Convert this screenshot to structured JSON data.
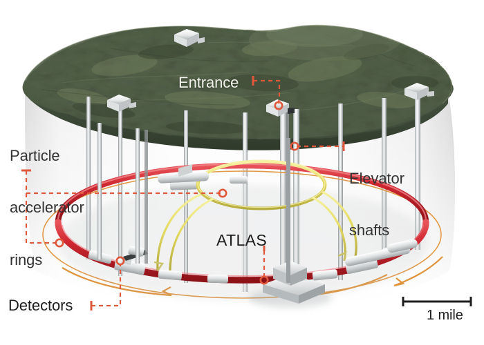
{
  "figure": {
    "kind": "cutaway-illustration",
    "subject": "Underground particle accelerator complex beneath a landscape"
  },
  "labels": {
    "particle_rings": "Particle\naccelerator\nrings",
    "particle_rings_lines": [
      "Particle",
      "accelerator",
      "rings"
    ],
    "elevator_shafts": "Elevator\nshafts",
    "elevator_shafts_lines": [
      "Elevator",
      "shafts"
    ],
    "atlas": "ATLAS",
    "detectors": "Detectors",
    "entrance": "Entrance"
  },
  "scale_bar": {
    "label": "1 mile"
  },
  "colors": {
    "terrain_green": "#4d5b45",
    "terrain_green_dark": "#3a4735",
    "terrain_green_light": "#6d7a5e",
    "accelerator_red": "#c8232c",
    "accelerator_yellow": "#e4dc62",
    "leader_orange": "#e0583c",
    "arrow_orange": "#e08a3c",
    "shaft_gray": "#b9bcbd",
    "detector_gray": "#c9cbcc",
    "building_white": "#f2f3f2",
    "text_dark": "#222222",
    "text_on_terrain": "#f2f2ec",
    "background": "#ffffff"
  },
  "annotations": [
    {
      "name": "entrance",
      "target": "surface building on terrain",
      "leader": "dashed-orange-elbow"
    },
    {
      "name": "particle-accelerator-rings",
      "target": "red outer ring and yellow inner ring",
      "leader": "dashed-orange-bracket"
    },
    {
      "name": "elevator-shafts",
      "target": "vertical gray shaft",
      "leader": "dashed-orange-straight"
    },
    {
      "name": "atlas",
      "target": "detector cavern at ring bottom",
      "leader": "dashed-orange-vertical"
    },
    {
      "name": "detectors",
      "target": "gray detector module on red ring",
      "leader": "dashed-orange-elbow"
    }
  ],
  "scene": {
    "surface_buildings_count": 4,
    "elevator_shaft_count": 9,
    "detector_module_count": 8,
    "rings": [
      {
        "name": "main-accelerator-ring",
        "color": "#c8232c"
      },
      {
        "name": "inner-accelerator-ring",
        "color": "#e4dc62"
      },
      {
        "name": "beam-direction-ring",
        "color": "#e08a3c"
      }
    ]
  }
}
